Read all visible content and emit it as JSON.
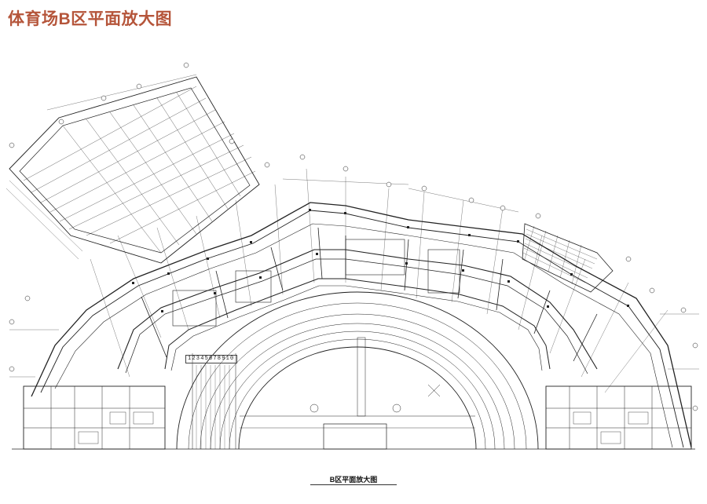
{
  "header": {
    "title": "体育场B区平面放大图"
  },
  "drawing": {
    "caption": "B区平面放大图",
    "lane_numbers": "12345678910",
    "line_color": "#222222",
    "title_color": "#b5553a"
  }
}
